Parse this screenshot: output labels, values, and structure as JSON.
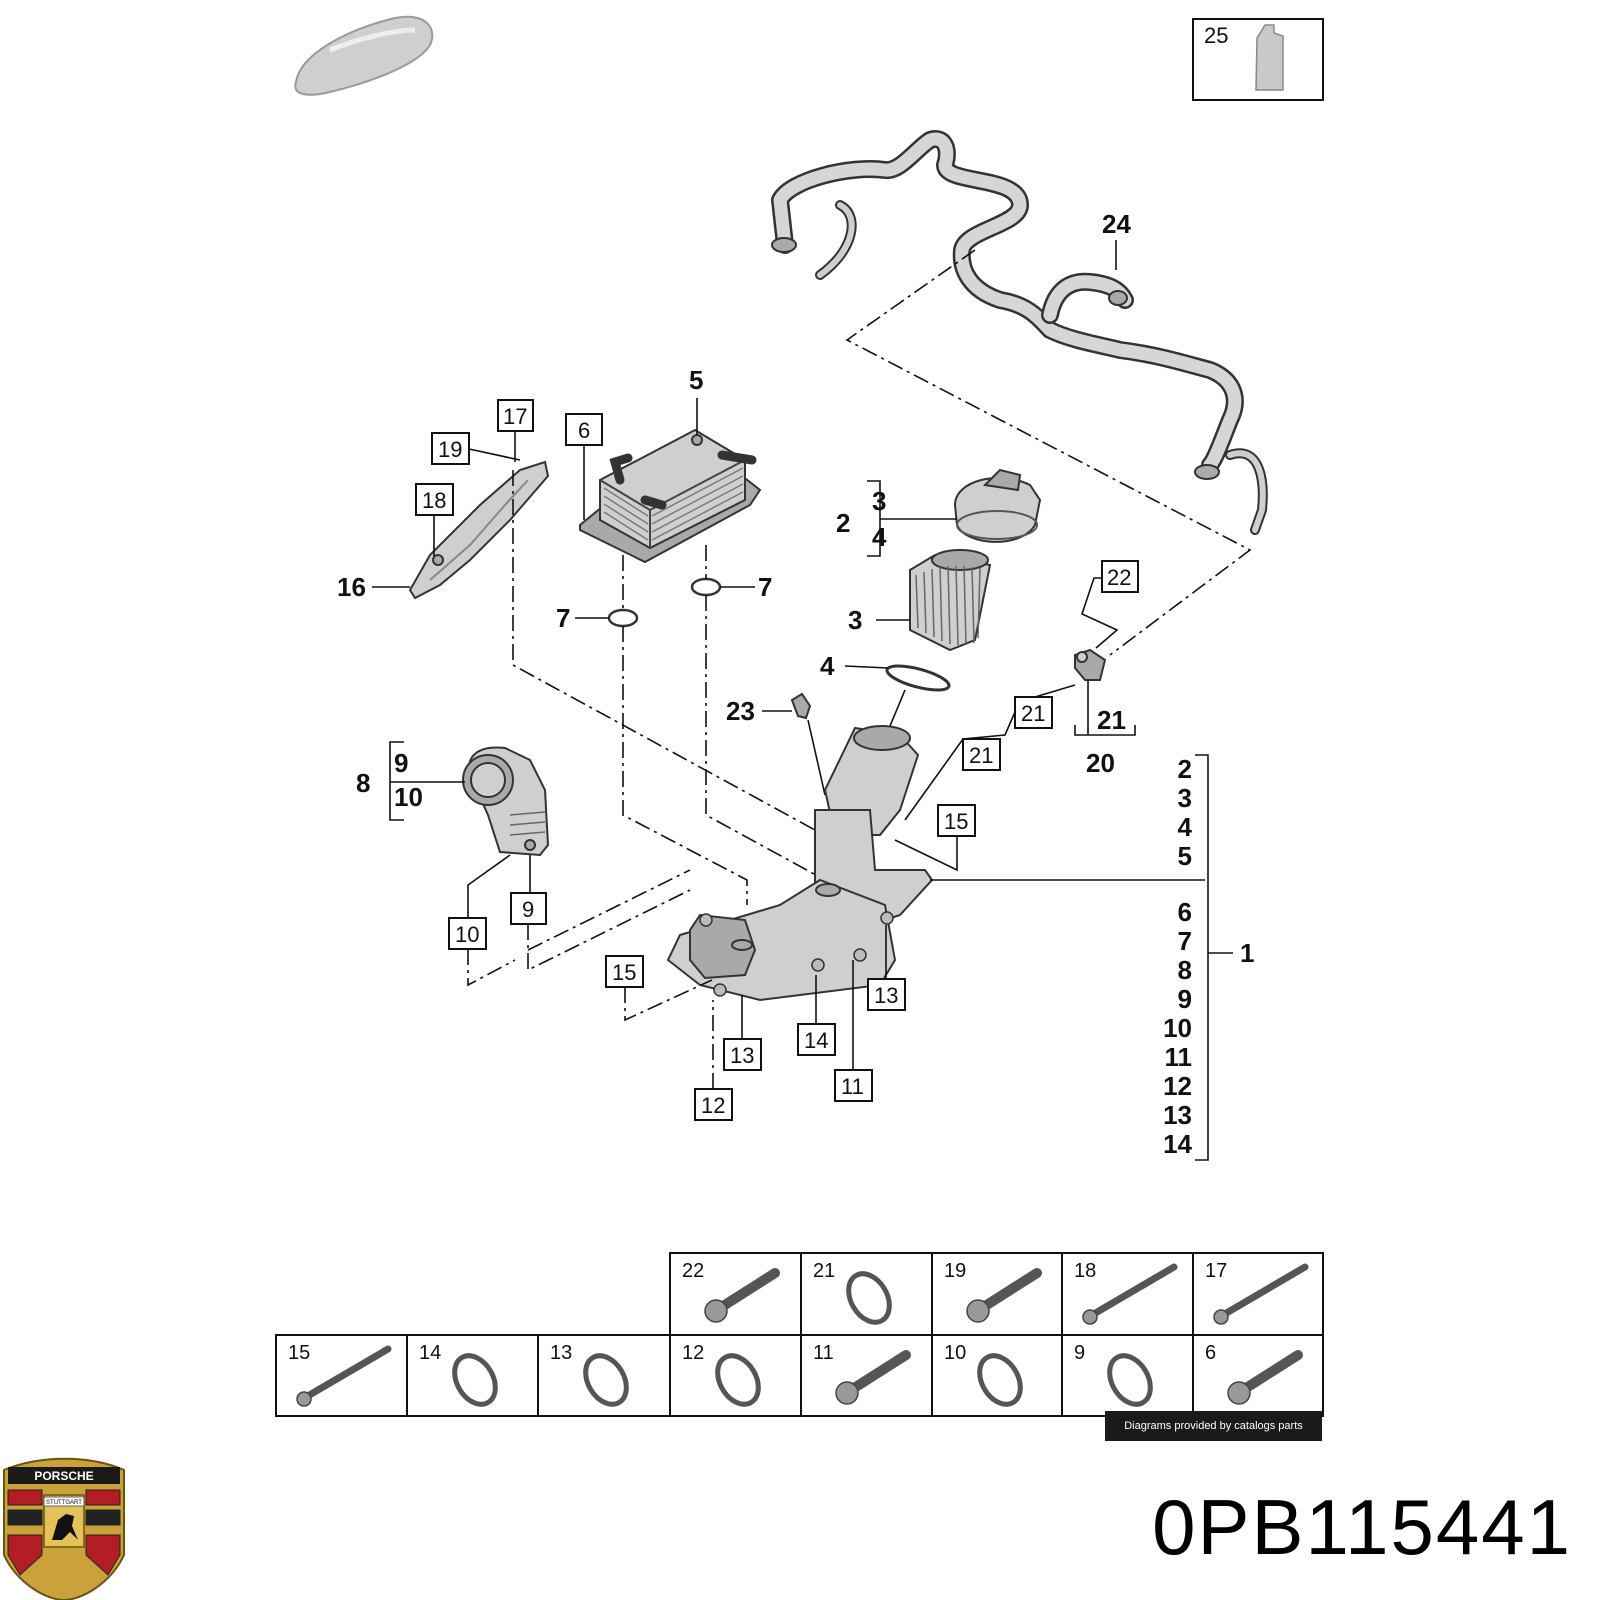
{
  "brand": {
    "logo_lettering": "PORSCHE",
    "logo_city": "STUTTGART"
  },
  "part_number": "0PB115441",
  "credit": "Diagrams provided by catalogs parts",
  "diagram": {
    "labels": {
      "l24": "24",
      "l5": "5",
      "l6": "6",
      "l17": "17",
      "l19": "19",
      "l18": "18",
      "l16": "16",
      "l2": "2",
      "l3a": "3",
      "l4a": "4",
      "l3b": "3",
      "l4b": "4",
      "l7a": "7",
      "l7b": "7",
      "l22": "22",
      "l23": "23",
      "l21a": "21",
      "l21b": "21",
      "l21c": "21",
      "l20": "20",
      "l8": "8",
      "l9a": "9",
      "l10a": "10",
      "l15a": "15",
      "l10b": "10",
      "l9b": "9",
      "l15b": "15",
      "l13a": "13",
      "l13b": "13",
      "l14": "14",
      "l11": "11",
      "l12": "12",
      "l25": "25",
      "l1": "1"
    },
    "assembly_1_list": [
      "2",
      "3",
      "4",
      "5",
      "6",
      "7",
      "8",
      "9",
      "10",
      "11",
      "12",
      "13",
      "14"
    ]
  },
  "hardware_table": {
    "row_top": [
      "22",
      "21",
      "19",
      "18",
      "17"
    ],
    "row_bottom": [
      "15",
      "14",
      "13",
      "12",
      "11",
      "10",
      "9",
      "6"
    ]
  }
}
